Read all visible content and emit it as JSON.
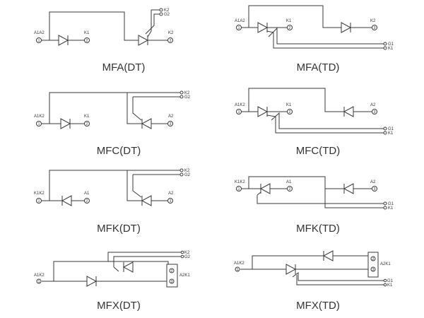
{
  "circuits": [
    {
      "id": "mfa-dt",
      "title": "MFA(DT)",
      "pins": {
        "left": "A1A2",
        "mid": "K1",
        "right": "K2",
        "gate1": "K2",
        "gate2": "G2"
      },
      "nums": {
        "left": "1",
        "mid": "2",
        "right": "3"
      }
    },
    {
      "id": "mfa-td",
      "title": "MFA(TD)",
      "pins": {
        "left": "A1A2",
        "mid": "K1",
        "right": "K2",
        "gate1": "G1",
        "gate2": "K1"
      },
      "nums": {
        "left": "1",
        "mid": "2",
        "right": "3"
      }
    },
    {
      "id": "mfc-dt",
      "title": "MFC(DT)",
      "pins": {
        "left": "A1K2",
        "mid": "K1",
        "right": "A2",
        "gate1": "K2",
        "gate2": "G2"
      },
      "nums": {
        "left": "1",
        "mid": "2",
        "right": "3"
      }
    },
    {
      "id": "mfc-td",
      "title": "MFC(TD)",
      "pins": {
        "left": "A1K2",
        "mid": "K1",
        "right": "A2",
        "gate1": "G1",
        "gate2": "K1"
      },
      "nums": {
        "left": "1",
        "mid": "2",
        "right": "3"
      }
    },
    {
      "id": "mfk-dt",
      "title": "MFK(DT)",
      "pins": {
        "left": "K1K2",
        "mid": "A1",
        "right": "A2",
        "gate1": "K2",
        "gate2": "G2"
      },
      "nums": {
        "left": "1",
        "mid": "2",
        "right": "3"
      }
    },
    {
      "id": "mfk-td",
      "title": "MFK(TD)",
      "pins": {
        "left": "K1K2",
        "mid": "A1",
        "right": "A2",
        "gate1": "G1",
        "gate2": "K1"
      },
      "nums": {
        "left": "1",
        "mid": "2",
        "right": "3"
      }
    },
    {
      "id": "mfx-dt",
      "title": "MFX(DT)",
      "pins": {
        "left": "A1K2",
        "box": "A2K1",
        "gate1": "K2",
        "gate2": "G2"
      },
      "nums": {
        "left": "1",
        "top": "2",
        "bottom": "3"
      }
    },
    {
      "id": "mfx-td",
      "title": "MFX(TD)",
      "pins": {
        "left": "A1K2",
        "box": "A2K1",
        "gate1": "G1",
        "gate2": "K1"
      },
      "nums": {
        "left": "1",
        "top": "2",
        "bottom": "3"
      }
    }
  ]
}
